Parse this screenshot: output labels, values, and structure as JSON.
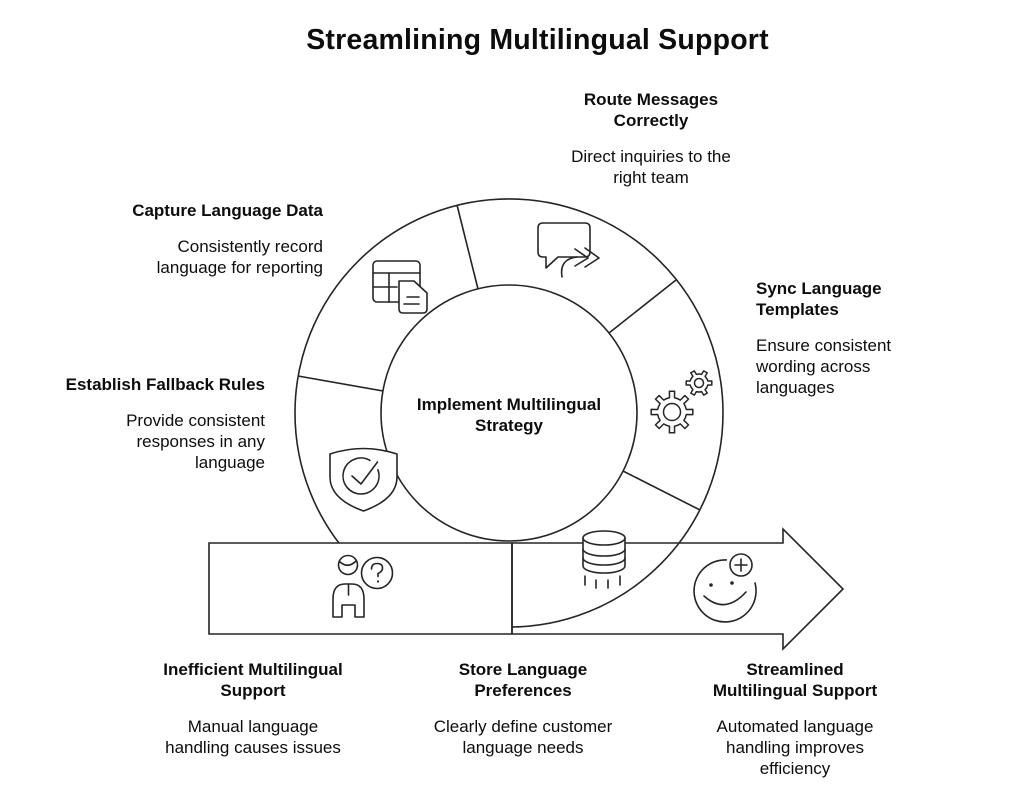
{
  "title": "Streamlining Multilingual Support",
  "center": {
    "label": "Implement Multilingual Strategy"
  },
  "steps": [
    {
      "id": "route-messages",
      "heading": "Route Messages Correctly",
      "description": "Direct inquiries to the right team",
      "icon": "chat-forward-icon"
    },
    {
      "id": "capture-language-data",
      "heading": "Capture Language Data",
      "description": "Consistently record language for reporting",
      "icon": "table-document-icon"
    },
    {
      "id": "sync-language-templates",
      "heading": "Sync Language Templates",
      "description": "Ensure consistent wording across languages",
      "icon": "gears-icon"
    },
    {
      "id": "establish-fallback-rules",
      "heading": "Establish Fallback Rules",
      "description": "Provide consistent responses in any language",
      "icon": "shield-check-icon"
    },
    {
      "id": "inefficient-multilingual-support",
      "heading": "Inefficient Multilingual Support",
      "description": "Manual language handling causes issues",
      "icon": "person-question-icon"
    },
    {
      "id": "store-language-preferences",
      "heading": "Store Language Preferences",
      "description": "Clearly define customer language needs",
      "icon": "database-icon"
    },
    {
      "id": "streamlined-multilingual-support",
      "heading": "Streamlined Multilingual Support",
      "description": "Automated language handling improves efficiency",
      "icon": "smiley-plus-icon"
    }
  ],
  "colors": {
    "stroke": "#252525",
    "text": "#0d0d0d",
    "background": "#ffffff"
  }
}
